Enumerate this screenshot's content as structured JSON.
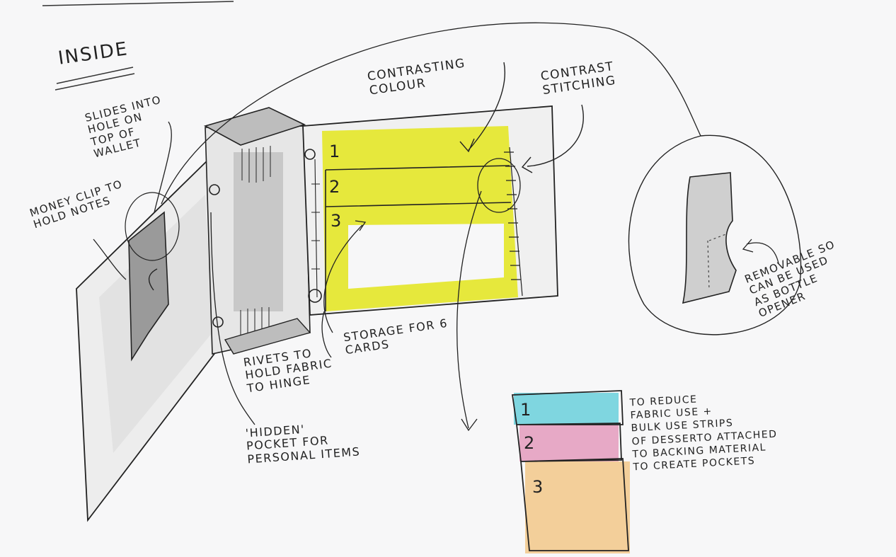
{
  "title": "INSIDE",
  "annotations": {
    "contrasting_colour": "CONTRASTING\nCOLOUR",
    "contrast_stitching": "CONTRAST\nSTITCHING",
    "slides_into_hole": "SLIDES INTO\nHOLE ON\nTOP OF\nWALLET",
    "money_clip": "MONEY CLIP TO\nHOLD NOTES",
    "storage_cards": "STORAGE FOR 6\nCARDS",
    "rivets": "RIVETS TO\nHOLD FABRIC\nTO HINGE",
    "hidden_pocket": "'HIDDEN'\nPOCKET FOR\nPERSONAL ITEMS",
    "removable": "REMOVABLE SO\nCAN BE USED\nAS BOTTLE\nOPENER",
    "reduce_fabric": "TO REDUCE\nFABRIC USE +\nBULK USE STRIPS\nOF DESSERTO ATTACHED\nTO BACKING MATERIAL\nTO CREATE POCKETS"
  },
  "pocket_numbers": [
    "1",
    "2",
    "3"
  ],
  "strip_numbers": [
    "1",
    "2",
    "3"
  ],
  "colors": {
    "ink": "#222222",
    "yellow": "#e6e83c",
    "grey_marker": "#d4d4d4",
    "cyan": "#7fd6e0",
    "pink": "#e7a9c6",
    "peach": "#f3cf9a"
  }
}
